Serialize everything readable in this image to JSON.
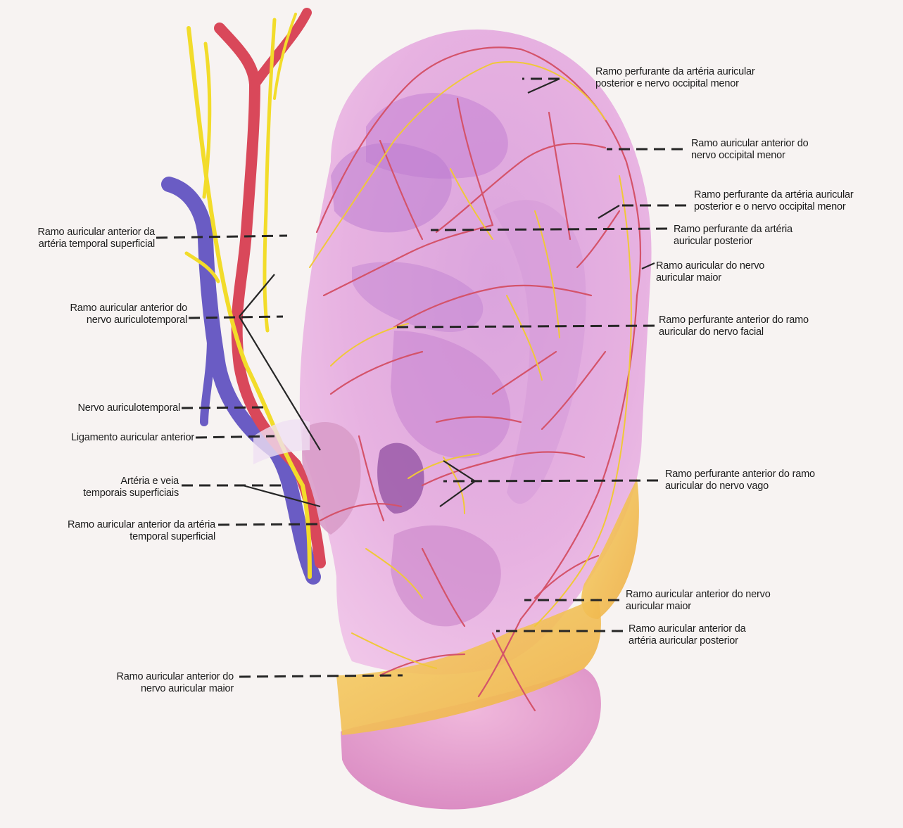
{
  "labels": {
    "l1": [
      "Ramo perfurante da artéria auricular",
      "posterior e nervo occipital menor"
    ],
    "l2": [
      "Ramo auricular anterior do",
      "nervo occipital menor"
    ],
    "l3": [
      "Ramo perfurante da artéria auricular",
      "posterior e o nervo occipital menor"
    ],
    "l4": [
      "Ramo perfurante da artéria",
      "auricular posterior"
    ],
    "l5": [
      "Ramo auricular do nervo",
      "auricular maior"
    ],
    "l6": [
      "Ramo perfurante anterior do ramo",
      "auricular  do nervo facial"
    ],
    "l7": [
      "Ramo perfurante anterior do ramo",
      "auricular do nervo vago"
    ],
    "l8": [
      "Ramo auricular anterior do nervo",
      "auricular maior"
    ],
    "l9": [
      "Ramo auricular anterior da",
      "artéria auricular posterior"
    ],
    "l10": [
      "Ramo auricular anterior da",
      "artéria temporal superficial"
    ],
    "l11": [
      "Ramo auricular anterior do",
      "nervo auriculotemporal"
    ],
    "l12": [
      "Nervo auriculotemporal"
    ],
    "l13": [
      "Ligamento auricular anterior"
    ],
    "l14": [
      "Artéria e veia",
      "temporais superficiais"
    ],
    "l15": [
      "Ramo auricular anterior da artéria",
      "temporal superficial"
    ],
    "l16": [
      "Ramo auricular anterior do",
      "nervo auricular maior"
    ]
  },
  "colors": {
    "skin": "#e3a3d6",
    "skin_dark": "#b877c4",
    "artery": "#d9485a",
    "vein": "#6a5cc4",
    "nerve": "#f2dc2a",
    "fat": "#f3c255",
    "lobe": "#e8a9cf"
  }
}
